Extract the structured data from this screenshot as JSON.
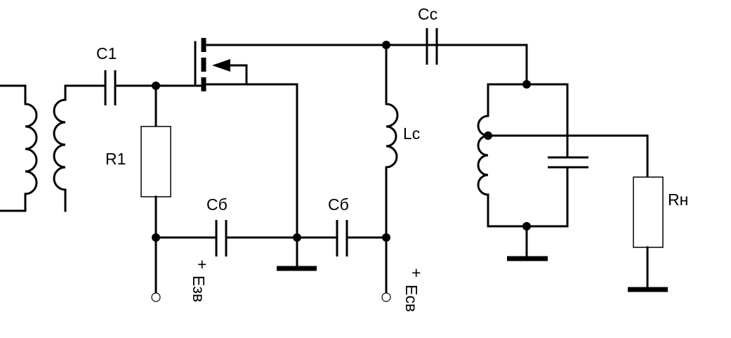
{
  "labels": {
    "c1": "C1",
    "r1": "R1",
    "cb_left": "Cб",
    "cb_right": "Cб",
    "lc": "Lc",
    "cc": "Cc",
    "rn": "Rн",
    "plus_left": "+",
    "plus_right": "+",
    "ezv": "Eзв",
    "esv": "Eсв"
  }
}
